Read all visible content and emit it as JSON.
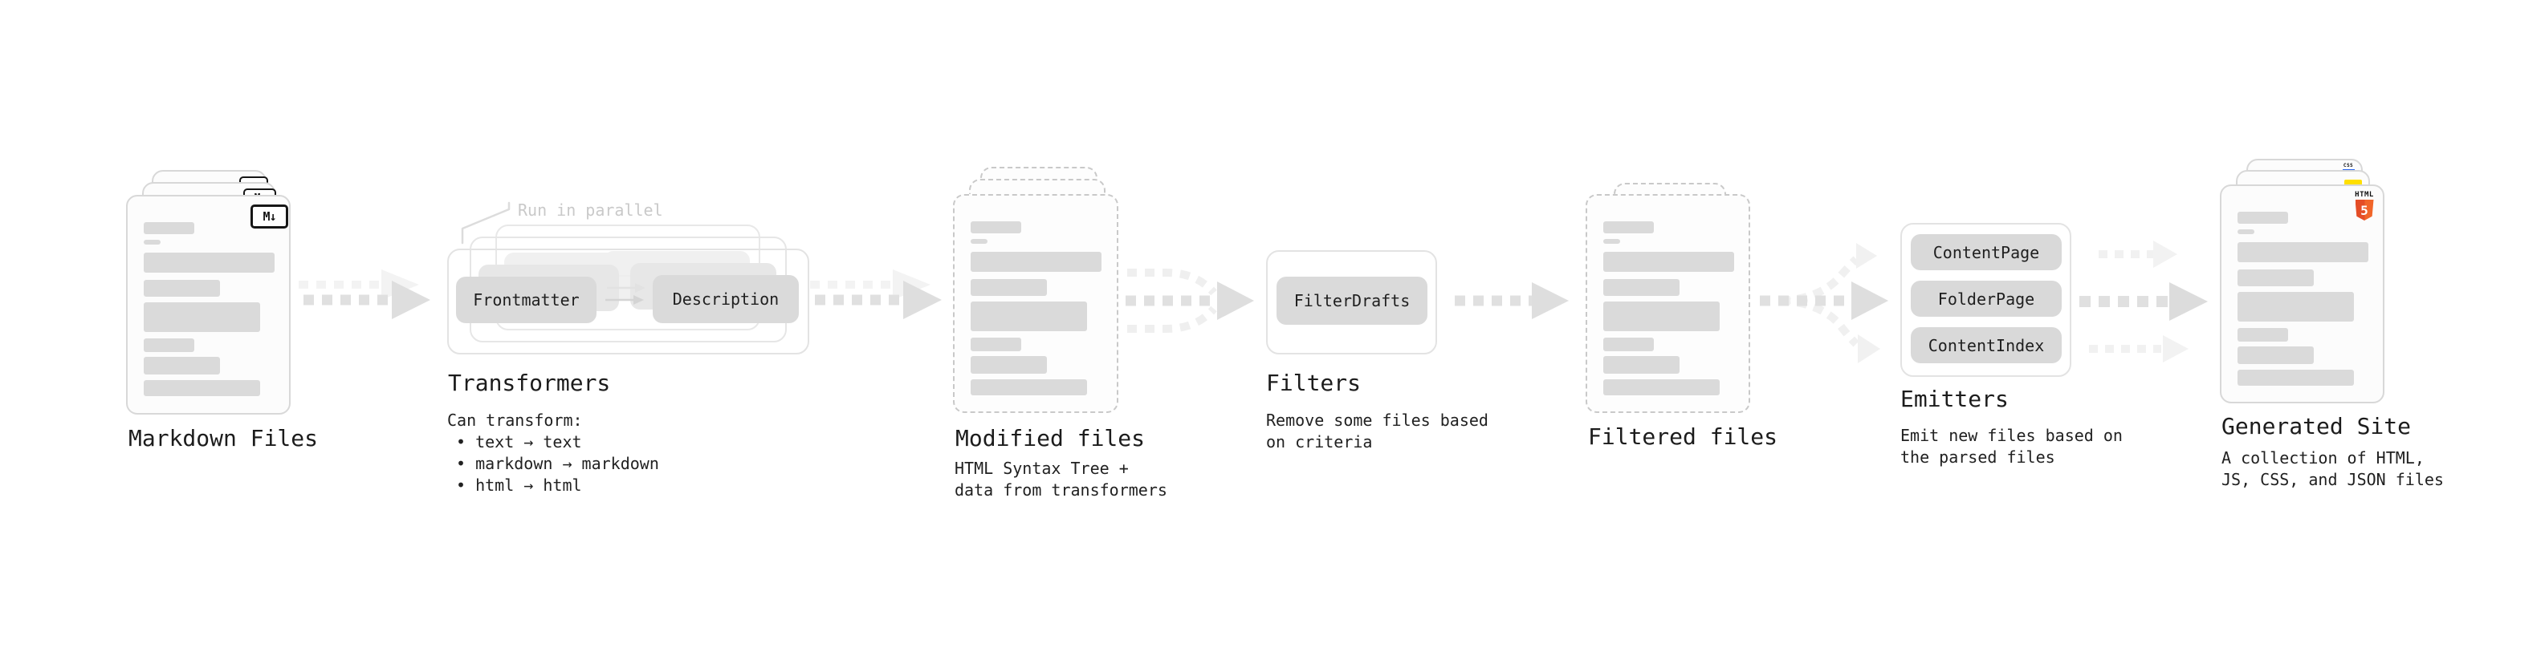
{
  "stages": {
    "markdown": {
      "label": "Markdown Files",
      "icon_label": "M↓"
    },
    "transformers": {
      "annotation": "Run in parallel",
      "front_left_chip": "Frontmatter",
      "front_right_chip": "Description",
      "title": "Transformers",
      "subtitle_intro": "Can transform:",
      "bullets": [
        "• text → text",
        "• markdown → markdown",
        "• html → html"
      ]
    },
    "modified": {
      "label": "Modified files",
      "subtitle": [
        "HTML Syntax Tree +",
        "data from transformers"
      ]
    },
    "filters": {
      "title": "Filters",
      "chip": "FilterDrafts",
      "subtitle": [
        "Remove some files based",
        "on criteria"
      ]
    },
    "filtered": {
      "label": "Filtered files"
    },
    "emitters": {
      "title": "Emitters",
      "chips": [
        "ContentPage",
        "FolderPage",
        "ContentIndex"
      ],
      "subtitle": [
        "Emit new files based on",
        "the parsed files"
      ]
    },
    "generated": {
      "label": "Generated Site",
      "subtitle": [
        "A collection of HTML,",
        "JS, CSS, and JSON files"
      ],
      "html5_badge_word": "HTML",
      "html5_badge_number": "5",
      "css_badge_word": "CSS"
    }
  },
  "colors": {
    "html5_orange": "#f16529",
    "html5_orange_dark": "#e44d26",
    "js_yellow": "#ffdf00",
    "css_blue": "#2965f1",
    "arrow_dark": "#dedede",
    "arrow_light": "#f2f2f2",
    "chip_gray": "#dadada"
  }
}
